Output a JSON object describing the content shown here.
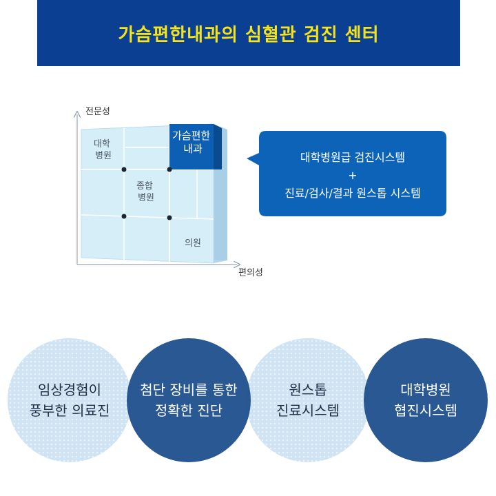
{
  "header": {
    "title": "가슴편한내과의 심혈관 검진 센터"
  },
  "diagram": {
    "y_axis_label": "전문성",
    "x_axis_label": "편의성",
    "cells": {
      "university_hospital": [
        "대학",
        "병원"
      ],
      "our_clinic": [
        "가슴편한",
        "내과"
      ],
      "general_hospital": [
        "종합",
        "병원"
      ],
      "clinic": "의원"
    }
  },
  "callout": {
    "line1": "대학병원급 검진시스템",
    "line2": "+",
    "line3": "진료/검사/결과 원스톱 시스템"
  },
  "features": [
    {
      "line1": "임상경험이",
      "line2": "풍부한 의료진",
      "style": "light"
    },
    {
      "line1": "첨단 장비를 통한",
      "line2": "정확한 진단",
      "style": "dark"
    },
    {
      "line1": "원스톱",
      "line2": "진료시스템",
      "style": "light"
    },
    {
      "line1": "대학병원",
      "line2": "협진시스템",
      "style": "dark"
    }
  ],
  "colors": {
    "banner_bg": "#0b3f92",
    "banner_text": "#f5e41a",
    "accent_blue": "#0d5fb3",
    "grid_light": "#d6eef8",
    "circle_dark": "#1f4f8c",
    "circle_light": "#cfe3f2"
  }
}
